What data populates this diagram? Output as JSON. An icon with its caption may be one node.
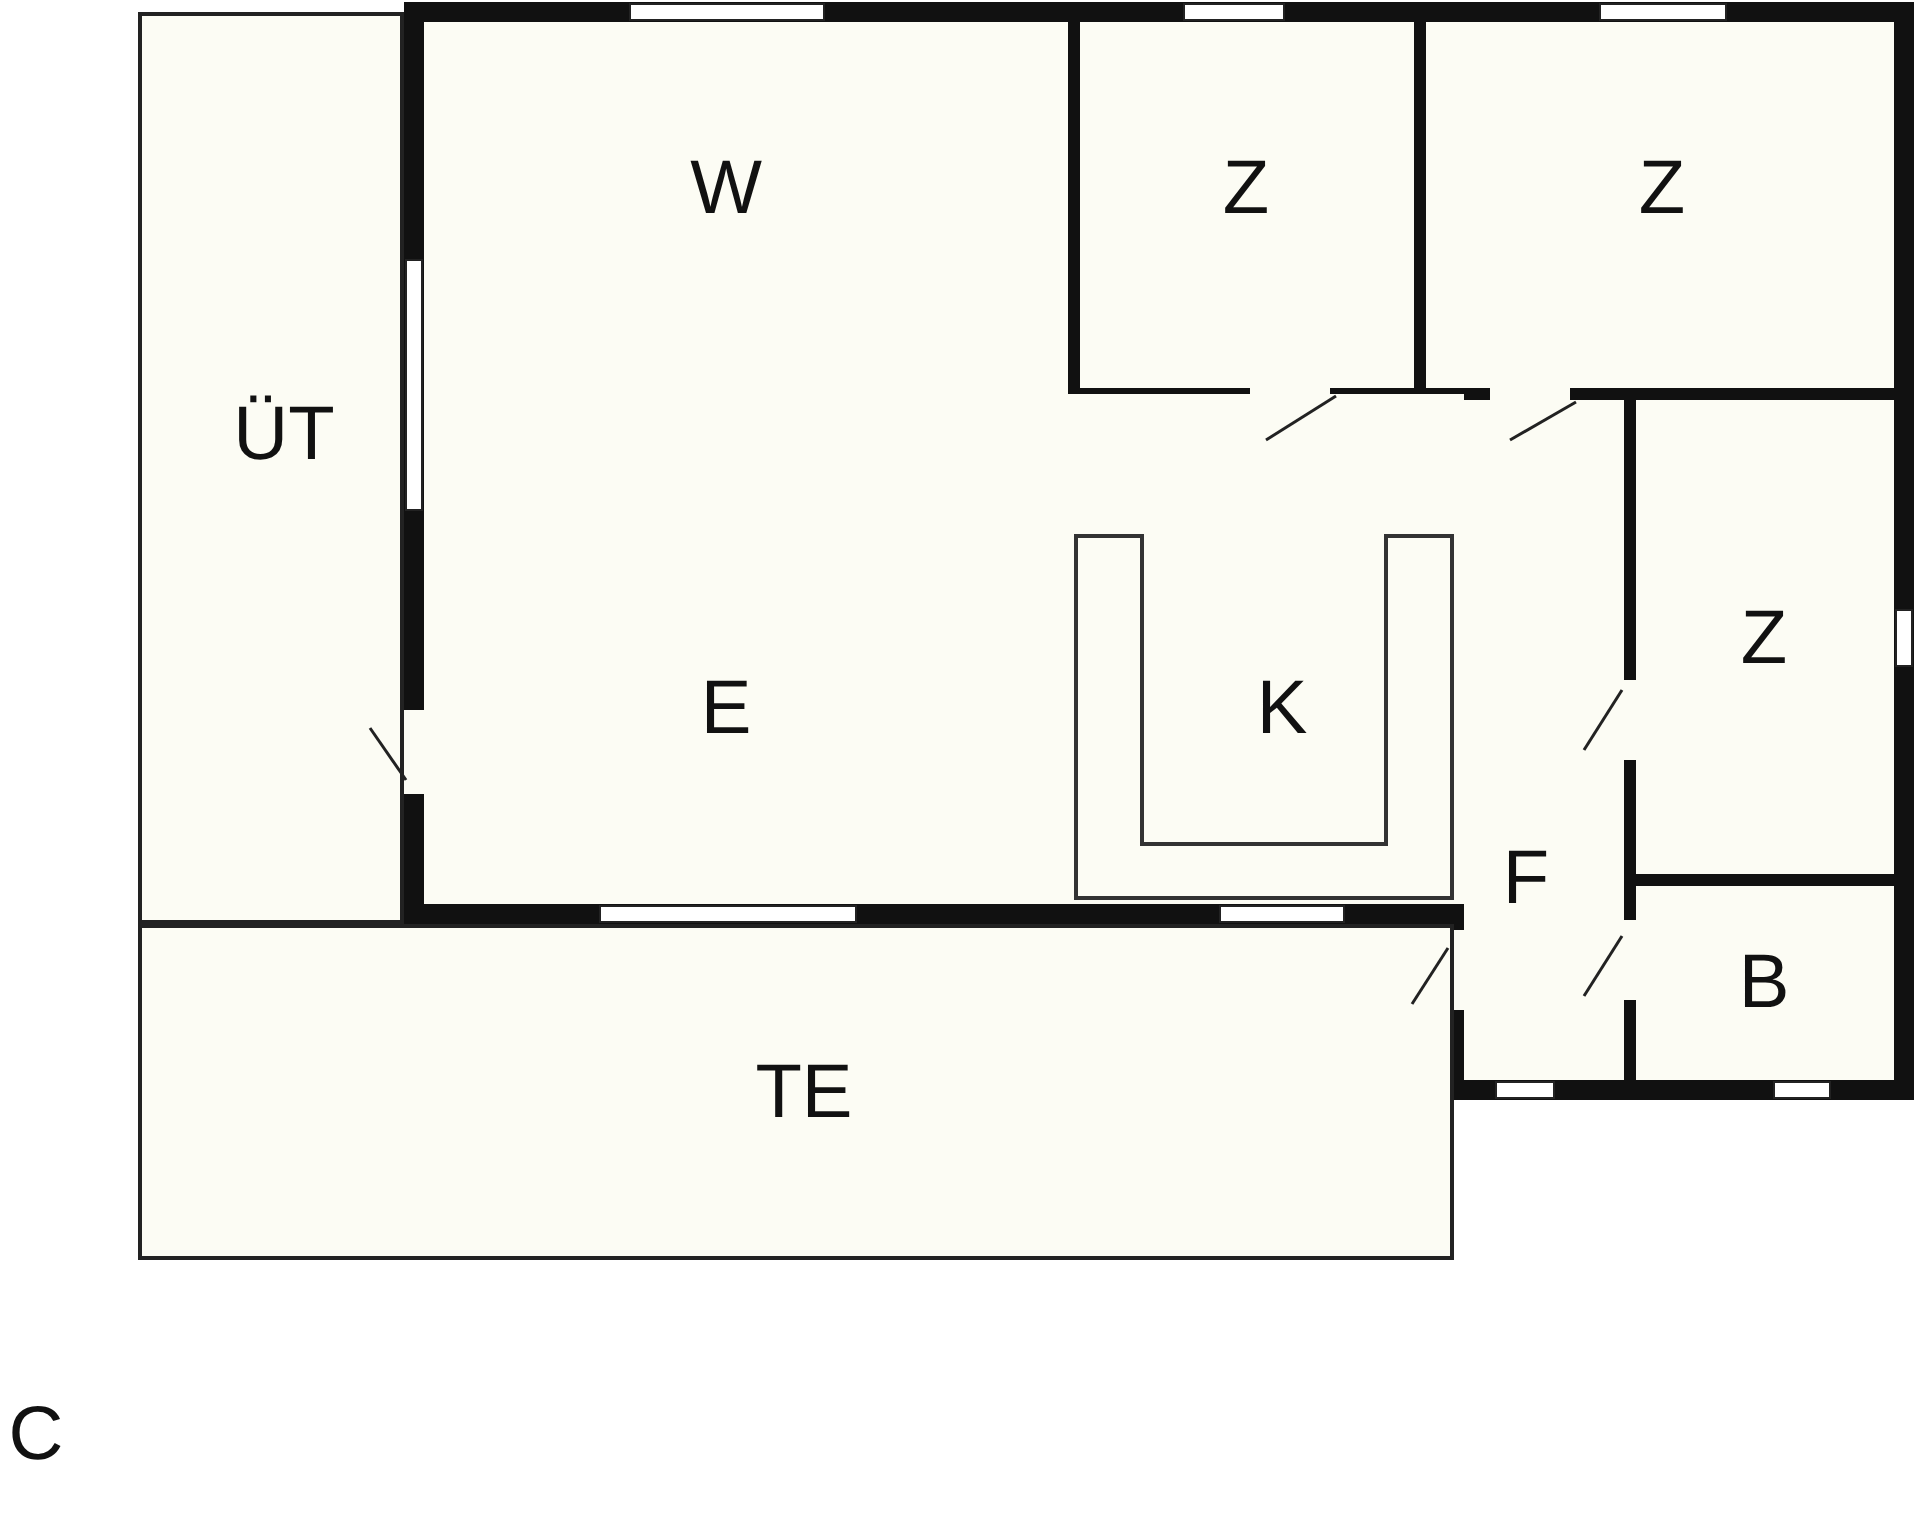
{
  "diagram": {
    "nodes": [
      {
        "text": [
          "W"
        ]
      },
      {
        "text": [
          "Z"
        ]
      },
      {
        "text": [
          "Z"
        ]
      },
      {
        "text": [
          "ÜT"
        ]
      },
      {
        "text": [
          "E"
        ]
      },
      {
        "text": [
          "K"
        ],
        "in": 4
      },
      {
        "text": [
          "Z"
        ]
      },
      {
        "text": [
          "F"
        ]
      },
      {
        "text": [
          "B"
        ]
      },
      {
        "text": [
          "TE"
        ]
      }
    ],
    "edges": [],
    "labels": [
      "C"
    ]
  }
}
